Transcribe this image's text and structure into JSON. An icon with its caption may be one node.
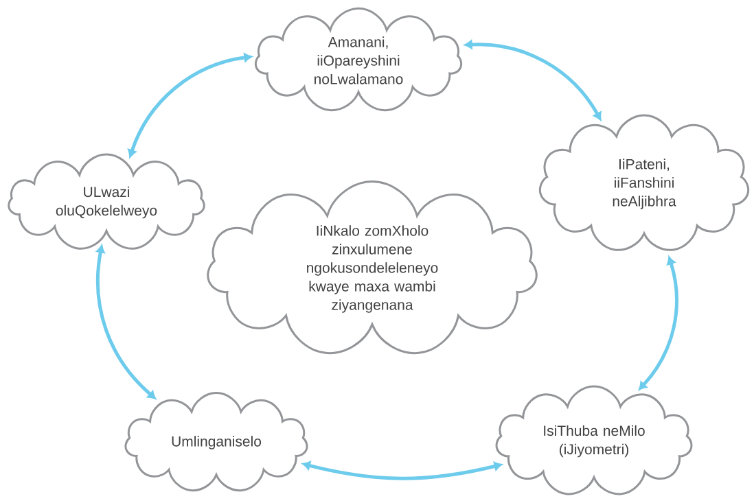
{
  "diagram": {
    "nodes": [
      {
        "text": [
          "Amanani, iiOpareyshini noLwalamano"
        ]
      },
      {
        "text": [
          "ULwazi oluQokelelweyo"
        ]
      },
      {
        "text": [
          "IiPateni, iiFanshini neAljibhra"
        ]
      },
      {
        "text": [
          "IiNkalo zomXholo zinxulumene ngokusondeleleneyo kwaye maxa wambi ziyangenana"
        ]
      },
      {
        "text": [
          "Umlinganiselo"
        ]
      },
      {
        "text": [
          "IsiThuba neMilo (iJiyometri)"
        ]
      }
    ],
    "edges": [
      {
        "from": 0,
        "to": 2,
        "arrow": "both"
      },
      {
        "from": 2,
        "to": 5,
        "arrow": "both"
      },
      {
        "from": 5,
        "to": 4,
        "arrow": "both"
      },
      {
        "from": 4,
        "to": 1,
        "arrow": "both"
      },
      {
        "from": 1,
        "to": 0,
        "arrow": "both"
      }
    ]
  }
}
